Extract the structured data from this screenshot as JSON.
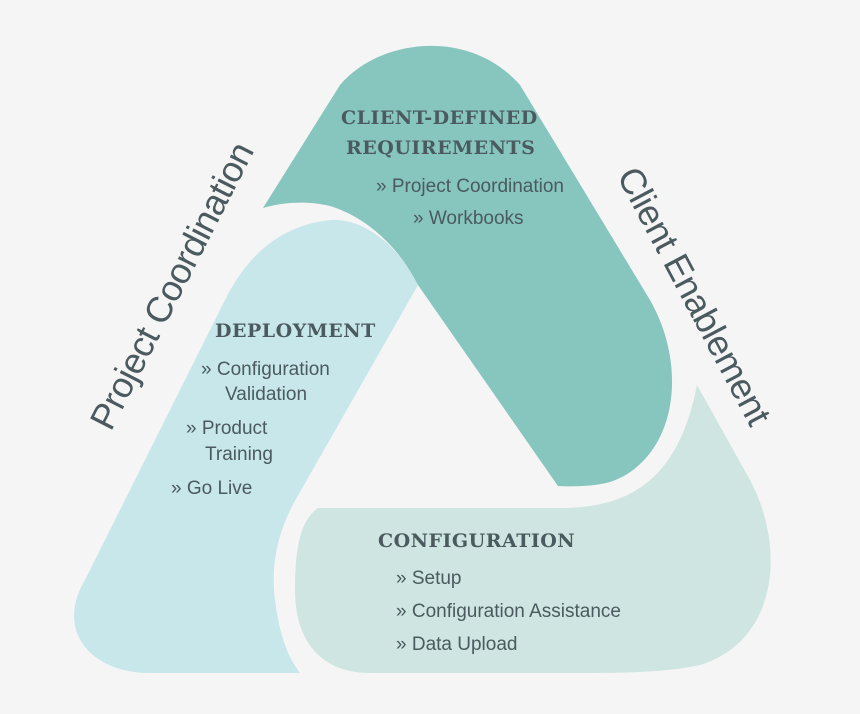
{
  "colors": {
    "background": "#f5f5f5",
    "client_defined": "#87c5bf",
    "deployment": "#c8e7ea",
    "configuration": "#cfe5e1",
    "text": "#4a5a5f"
  },
  "side_labels": {
    "left": "Project Coordination",
    "right": "Client Enablement"
  },
  "sections": {
    "client_defined": {
      "title_line1": "CLIENT-DEFINED",
      "title_line2": "REQUIREMENTS",
      "items": [
        "» Project Coordination",
        "» Workbooks"
      ]
    },
    "deployment": {
      "title": "DEPLOYMENT",
      "items": [
        "» Configuration",
        "Validation",
        "» Product",
        "Training",
        "» Go Live"
      ]
    },
    "configuration": {
      "title": "CONFIGURATION",
      "items": [
        "» Setup",
        "» Configuration Assistance",
        "» Data Upload"
      ]
    }
  }
}
